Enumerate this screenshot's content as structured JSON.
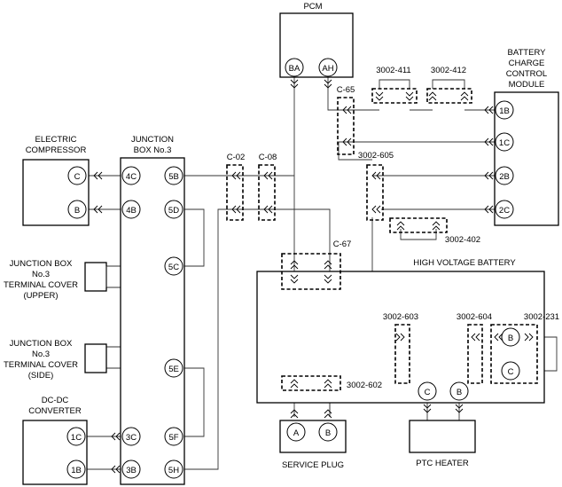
{
  "components": {
    "pcm": "PCM",
    "bccm": [
      "BATTERY",
      "CHARGE",
      "CONTROL",
      "MODULE"
    ],
    "electric_compressor": [
      "ELECTRIC",
      "COMPRESSOR"
    ],
    "junction_box": [
      "JUNCTION",
      "BOX No.3"
    ],
    "jb_cover_upper": [
      "JUNCTION BOX",
      "No.3",
      "TERMINAL COVER",
      "(UPPER)"
    ],
    "jb_cover_side": [
      "JUNCTION BOX",
      "No.3",
      "TERMINAL COVER",
      "(SIDE)"
    ],
    "dcdc": [
      "DC-DC",
      "CONVERTER"
    ],
    "hv_battery": "HIGH VOLTAGE BATTERY",
    "service_plug": "SERVICE PLUG",
    "ptc_heater": "PTC HEATER"
  },
  "connectors": {
    "c02": "C-02",
    "c08": "C-08",
    "c65": "C-65",
    "c67": "C-67",
    "c411": "3002-411",
    "c412": "3002-412",
    "c605": "3002-605",
    "c402": "3002-402",
    "c603": "3002-603",
    "c604": "3002-604",
    "c231": "3002-231",
    "c602": "3002-602"
  },
  "pins": {
    "pcm_ba": "BA",
    "pcm_ah": "AH",
    "bccm_1b": "1B",
    "bccm_1c": "1C",
    "bccm_2b": "2B",
    "bccm_2c": "2C",
    "ec_c": "C",
    "ec_b": "B",
    "jb_4c": "4C",
    "jb_5b": "5B",
    "jb_4b": "4B",
    "jb_5d": "5D",
    "jb_5c": "5C",
    "jb_5e": "5E",
    "jb_3c": "3C",
    "jb_5f": "5F",
    "jb_3b": "3B",
    "jb_5h": "5H",
    "dc_1c": "1C",
    "dc_1b": "1B",
    "hv_b": "B",
    "hv_c": "C",
    "hv_c2": "C",
    "hv_b2": "B",
    "sp_a": "A",
    "sp_b": "B"
  }
}
